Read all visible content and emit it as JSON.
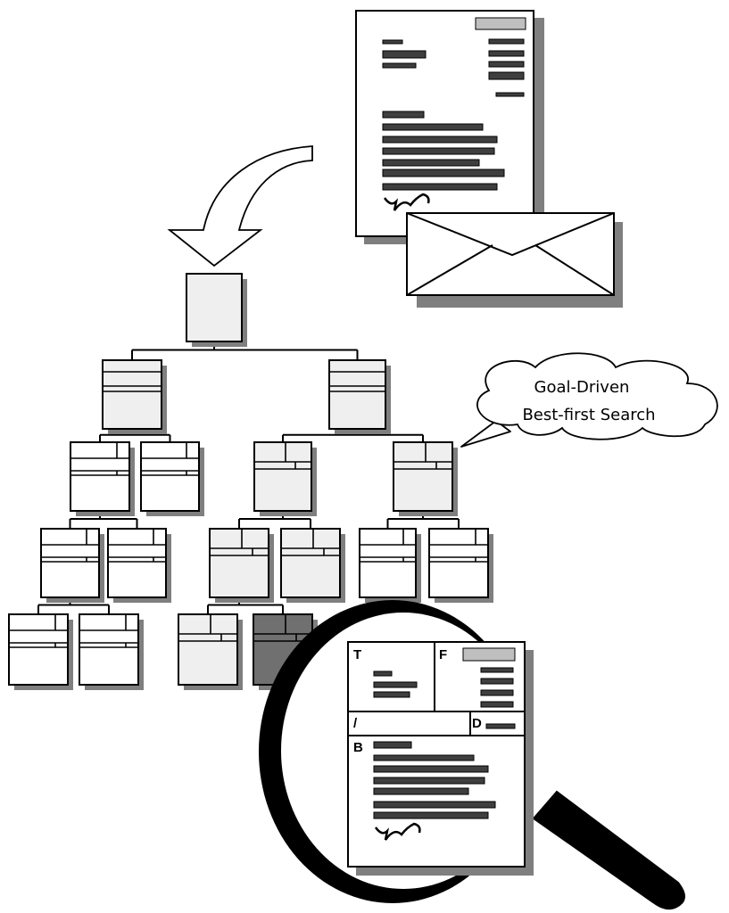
{
  "bubble": {
    "line1": "Goal-Driven",
    "line2": "Best-first Search"
  },
  "regions": {
    "title": "T",
    "from": "F",
    "date_sep": "/",
    "date": "D",
    "body": "B"
  },
  "colors": {
    "shadow": "#7f7f7f",
    "node_fill": "#efefef",
    "text_bar": "#3f3f3f",
    "highlight_node": "#707070",
    "header_box": "#bfbfbf",
    "stroke": "#000000"
  }
}
